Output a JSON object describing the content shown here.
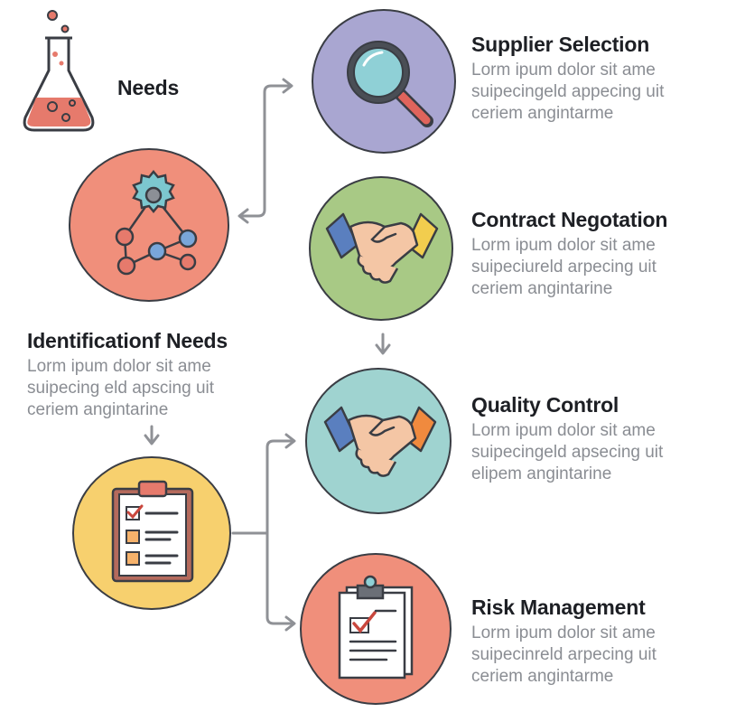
{
  "colors": {
    "needs_circle": "#f08f7b",
    "supplier_circle": "#a9a6d1",
    "contract_circle": "#a8c985",
    "quality_circle": "#9fd3d0",
    "identification_circle": "#f7d06e",
    "risk_circle": "#f08f7b",
    "outline": "#3a3d44",
    "connector": "#8f9196"
  },
  "needs": {
    "title": "Needs"
  },
  "identification": {
    "title": "Identificationf Needs",
    "desc": [
      "Lorm ipum dolor sit ame",
      "suipecing eld apscing uit",
      "ceriem angintarine"
    ]
  },
  "supplier": {
    "title": "Supplier Selection",
    "desc": [
      "Lorm ipum dolor sit ame",
      "suipecingeld appecing uit",
      "ceriem angintarme"
    ]
  },
  "contract": {
    "title": "Contract Negotation",
    "desc": [
      "Lorm ipum dolor sit ame",
      "suipeciureld arpecing uit",
      "ceriem angintarine"
    ]
  },
  "quality": {
    "title": "Quality Control",
    "desc": [
      "Lorm ipum dolor sit ame",
      "suipecingeld apsecing uit",
      "elipem angintarine"
    ]
  },
  "risk": {
    "title": "Risk Management",
    "desc": [
      "Lorm ipum dolor sit ame",
      "suipecinreld arpecing uit",
      "ceriem angintarme"
    ]
  },
  "icons": {
    "flask": "flask-icon",
    "network": "gear-network-icon",
    "magnifier": "magnifying-glass-icon",
    "handshake1": "handshake-icon",
    "handshake2": "handshake-icon",
    "clipboard": "clipboard-checklist-icon",
    "document": "document-check-icon"
  }
}
